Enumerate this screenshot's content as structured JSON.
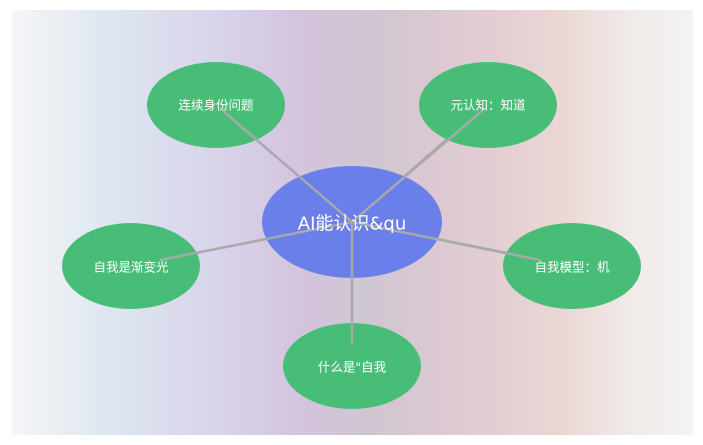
{
  "diagram": {
    "center": {
      "label": "AI能认识&qu",
      "color": "#6b7fea"
    },
    "nodes": [
      {
        "id": "n1",
        "label": "连续身份问题"
      },
      {
        "id": "n2",
        "label": "元认知：知道"
      },
      {
        "id": "n3",
        "label": "自我是渐变光"
      },
      {
        "id": "n4",
        "label": "自我模型：机"
      },
      {
        "id": "n5",
        "label": "什么是\"自我"
      }
    ],
    "node_color": "#48bd77",
    "edge_color": "#a9a9a9"
  }
}
